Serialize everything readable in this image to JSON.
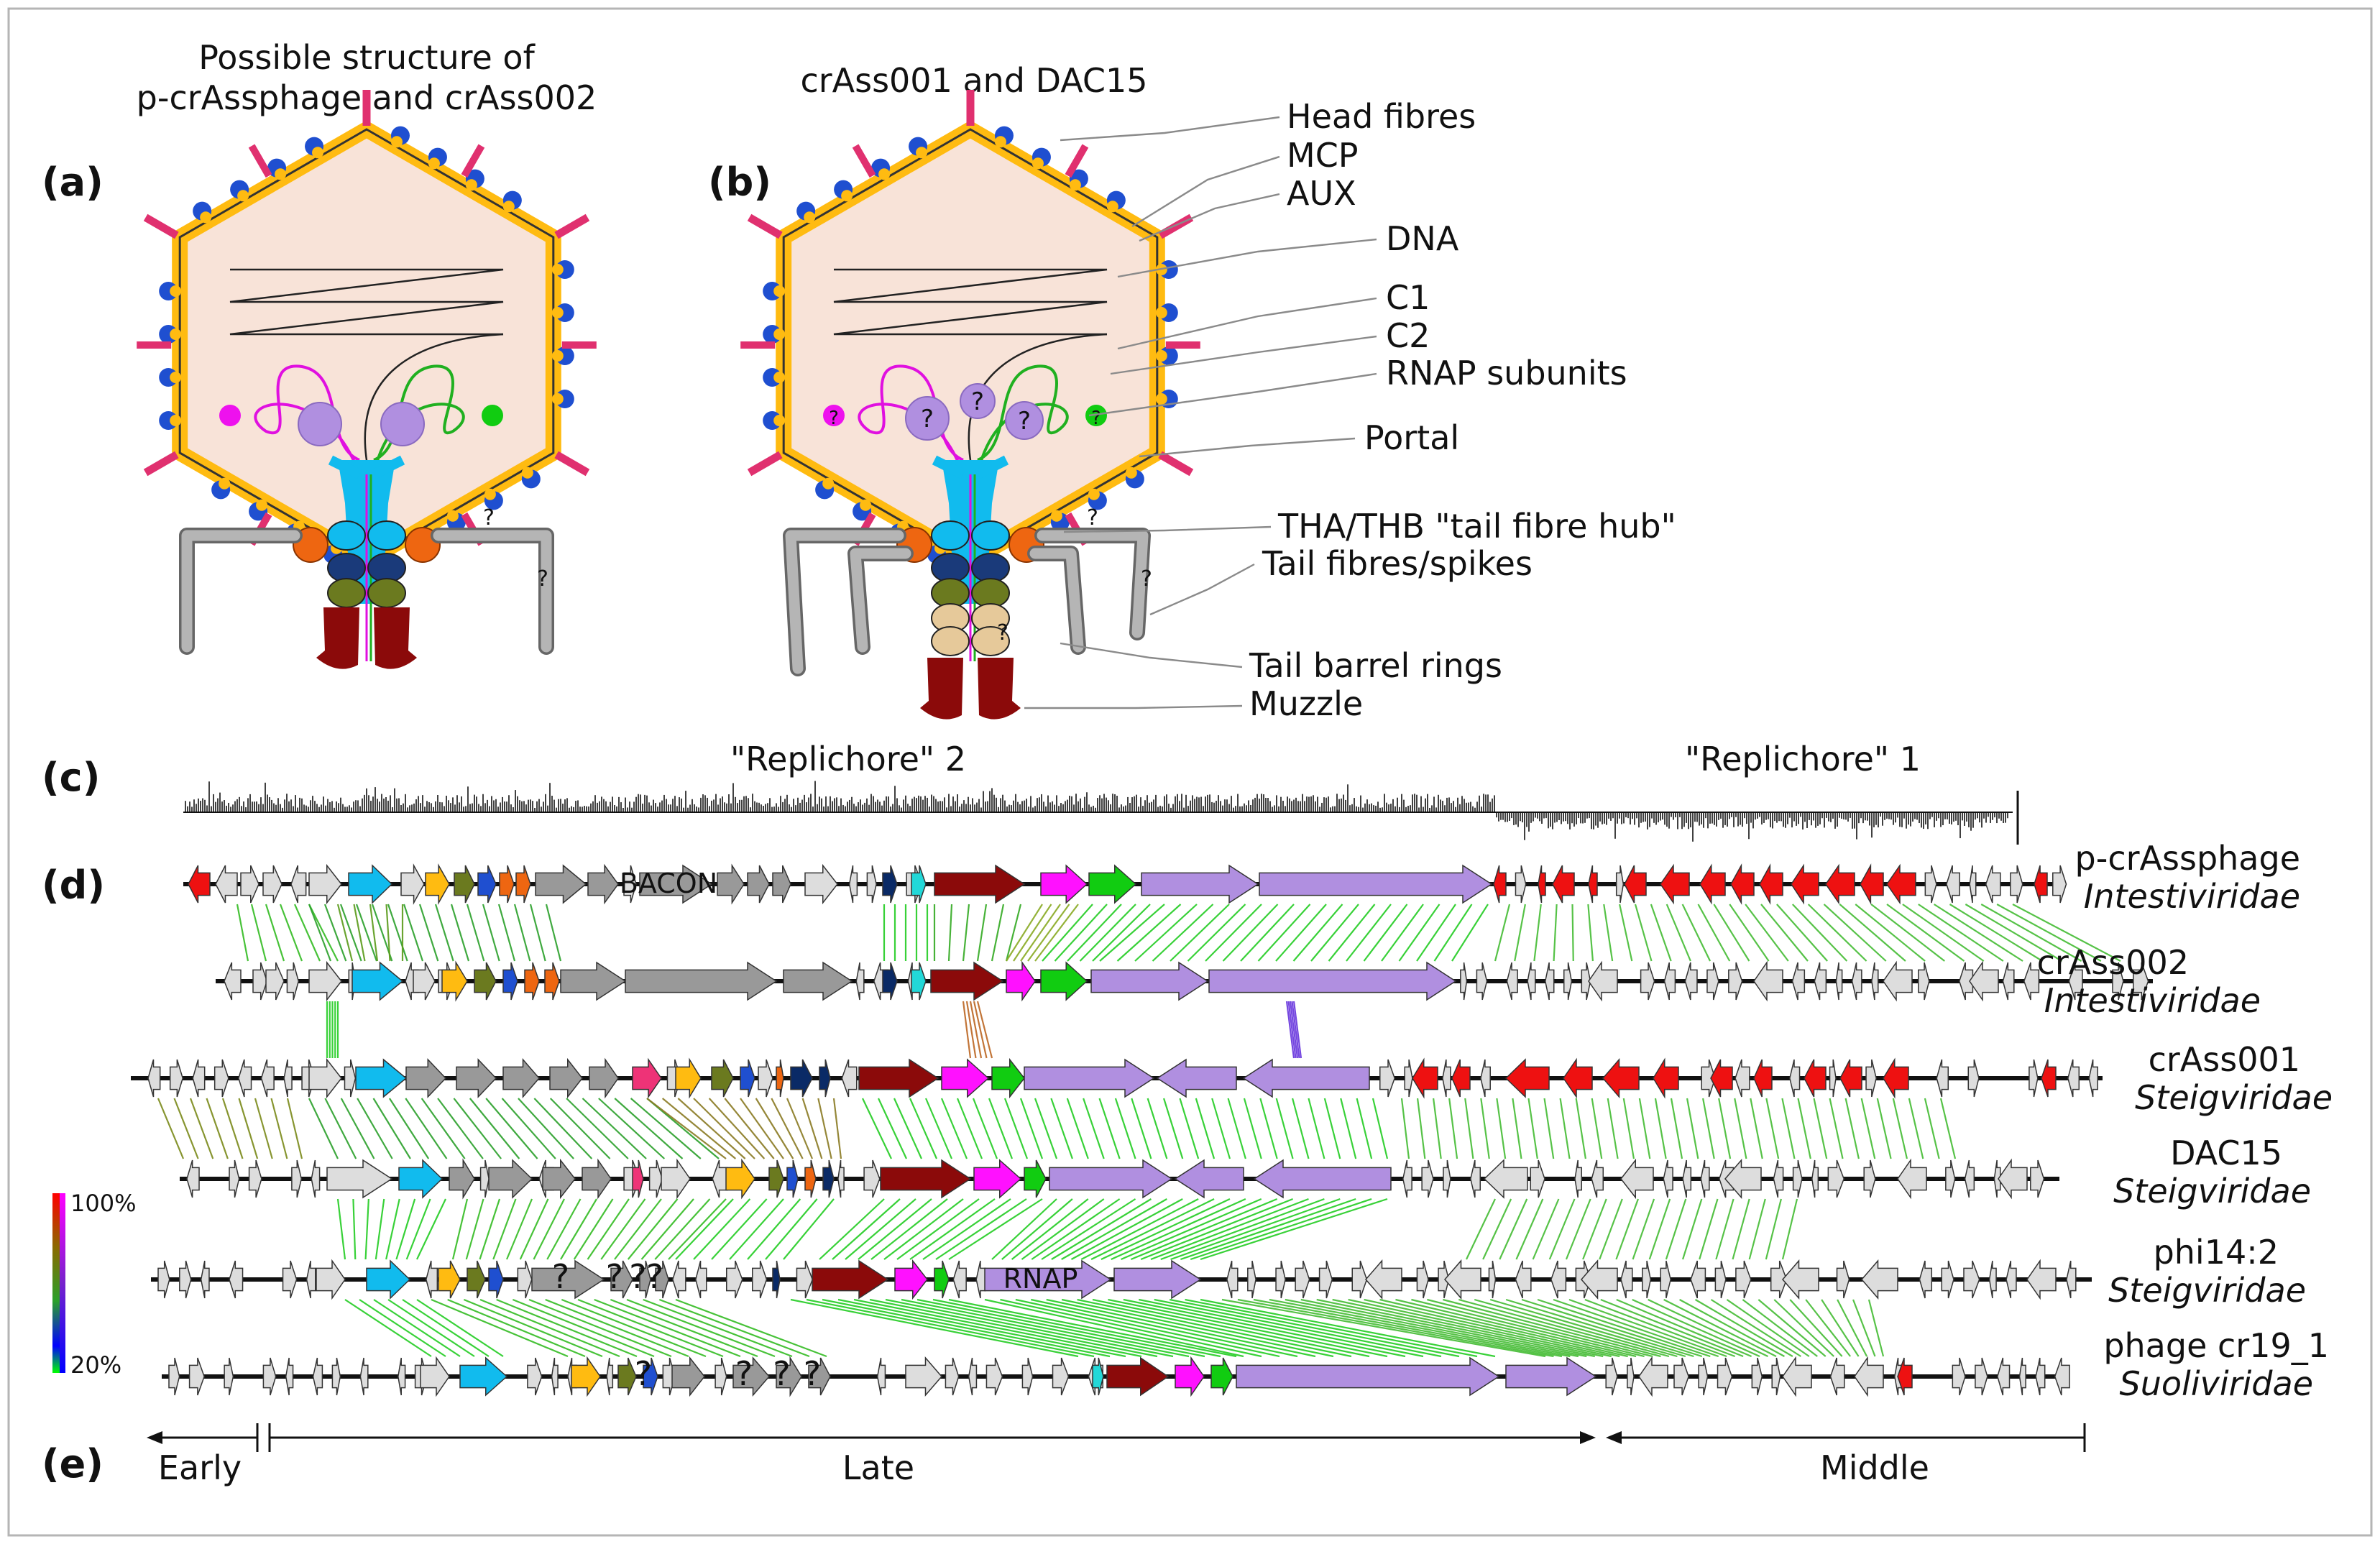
{
  "panels": {
    "a": "(a)",
    "b": "(b)",
    "c": "(c)",
    "d": "(d)",
    "e": "(e)"
  },
  "structure_a": {
    "title_line1": "Possible structure of",
    "title_line2": "p-crAssphage and crAss002"
  },
  "structure_b": {
    "title": "crAss001 and DAC15"
  },
  "components": [
    "Head fibres",
    "MCP",
    "AUX",
    "DNA",
    "C1",
    "C2",
    "RNAP subunits",
    "Portal",
    "THA/THB \"tail fibre hub\"",
    "Tail fibres/spikes",
    "Tail barrel rings",
    "Muzzle"
  ],
  "unknown_mark": "?",
  "replichores": {
    "r2": "\"Replichore\" 2",
    "r1": "\"Replichore\" 1"
  },
  "genomes": [
    {
      "name": "p-crAssphage",
      "family": "Intestiviridae",
      "gene_label": "BACON"
    },
    {
      "name": "crAss002",
      "family": "Intestiviridae"
    },
    {
      "name": "crAss001",
      "family": "Steigviridae"
    },
    {
      "name": "DAC15",
      "family": "Steigviridae"
    },
    {
      "name": "phi14:2",
      "family": "Steigviridae",
      "gene_label": "RNAP"
    },
    {
      "name": "phage cr19_1",
      "family": "Suoliviridae"
    }
  ],
  "identity_scale": {
    "max": "100%",
    "min": "20%",
    "colors": [
      "#ff0000",
      "#8b6a00",
      "#2aa02a",
      "#0000ff",
      "#00ff00"
    ]
  },
  "phases": {
    "early": "Early",
    "late": "Late",
    "middle": "Middle"
  },
  "gene_colors": {
    "red": "#ee1111",
    "grey": "#999999",
    "lightgrey": "#dddddd",
    "cyan": "#11bbee",
    "gold": "#ffbb11",
    "olive": "#6b7a1f",
    "blue": "#1f4fd0",
    "orange": "#ee6611",
    "navy": "#0a2a66",
    "teal": "#22d8d8",
    "darkred": "#8b0a0a",
    "magenta": "#ff11ff",
    "green": "#11cc11",
    "purple": "#b08fe0",
    "pink": "#ee3377"
  }
}
